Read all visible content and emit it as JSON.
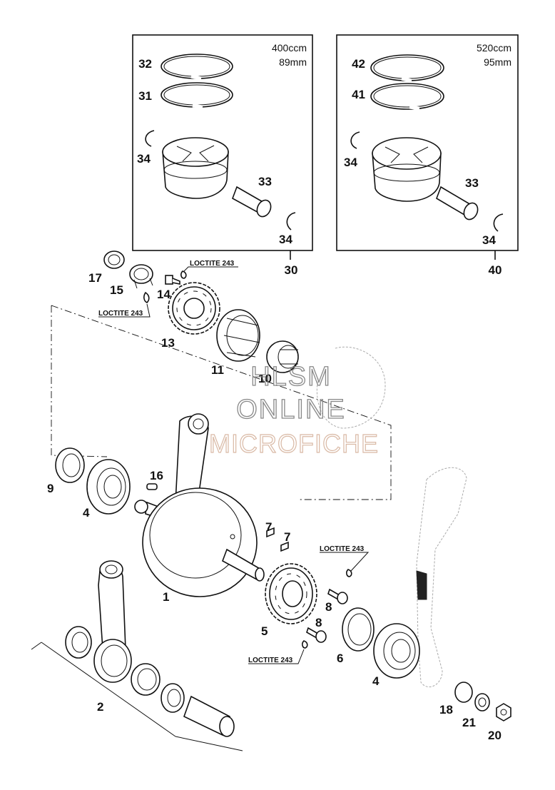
{
  "piston_box_400": {
    "size": "400ccm",
    "bore": "89mm",
    "callouts": [
      "32",
      "31",
      "34",
      "33",
      "34"
    ],
    "group": "30"
  },
  "piston_box_520": {
    "size": "520ccm",
    "bore": "95mm",
    "callouts": [
      "42",
      "41",
      "34",
      "33",
      "34"
    ],
    "group": "40"
  },
  "callouts": {
    "p17": "17",
    "p15": "15",
    "p14": "14",
    "p13": "13",
    "p11": "11",
    "p10": "10",
    "p9": "9",
    "p4a": "4",
    "p16": "16",
    "p1": "1",
    "p7a": "7",
    "p7b": "7",
    "p8a": "8",
    "p8b": "8",
    "p5": "5",
    "p6": "6",
    "p4b": "4",
    "p2": "2",
    "p18": "18",
    "p21": "21",
    "p20": "20"
  },
  "loctite": {
    "top": "LOCTITE 243",
    "left": "LOCTITE 243",
    "right": "LOCTITE 243",
    "bottom": "LOCTITE 243"
  },
  "watermark": {
    "line1": "HLSM",
    "line2": "ONLINE",
    "line3": "MICROFICHE"
  }
}
